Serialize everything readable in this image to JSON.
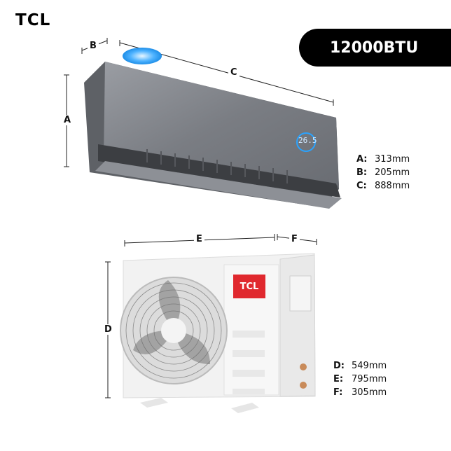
{
  "brand": {
    "logo_text": "TCL"
  },
  "capacity_badge": {
    "label": "12000BTU"
  },
  "indoor_unit": {
    "dimension_labels": {
      "height": "A",
      "depth": "B",
      "width": "C"
    },
    "display_temperature": "26.5",
    "specs": [
      {
        "key": "A:",
        "value": "313mm"
      },
      {
        "key": "B:",
        "value": "205mm"
      },
      {
        "key": "C:",
        "value": "888mm"
      }
    ]
  },
  "outdoor_unit": {
    "logo_text": "TCL",
    "dimension_labels": {
      "height": "D",
      "width": "E",
      "depth": "F"
    },
    "specs": [
      {
        "key": "D:",
        "value": "549mm"
      },
      {
        "key": "E:",
        "value": "795mm"
      },
      {
        "key": "F:",
        "value": "305mm"
      }
    ]
  },
  "colors": {
    "badge_bg": "#000000",
    "logo_red": "#e0282e",
    "indoor_body": "#7b7e84",
    "display_ring": "#2aa3ff",
    "outdoor_body": "#f4f4f4"
  }
}
